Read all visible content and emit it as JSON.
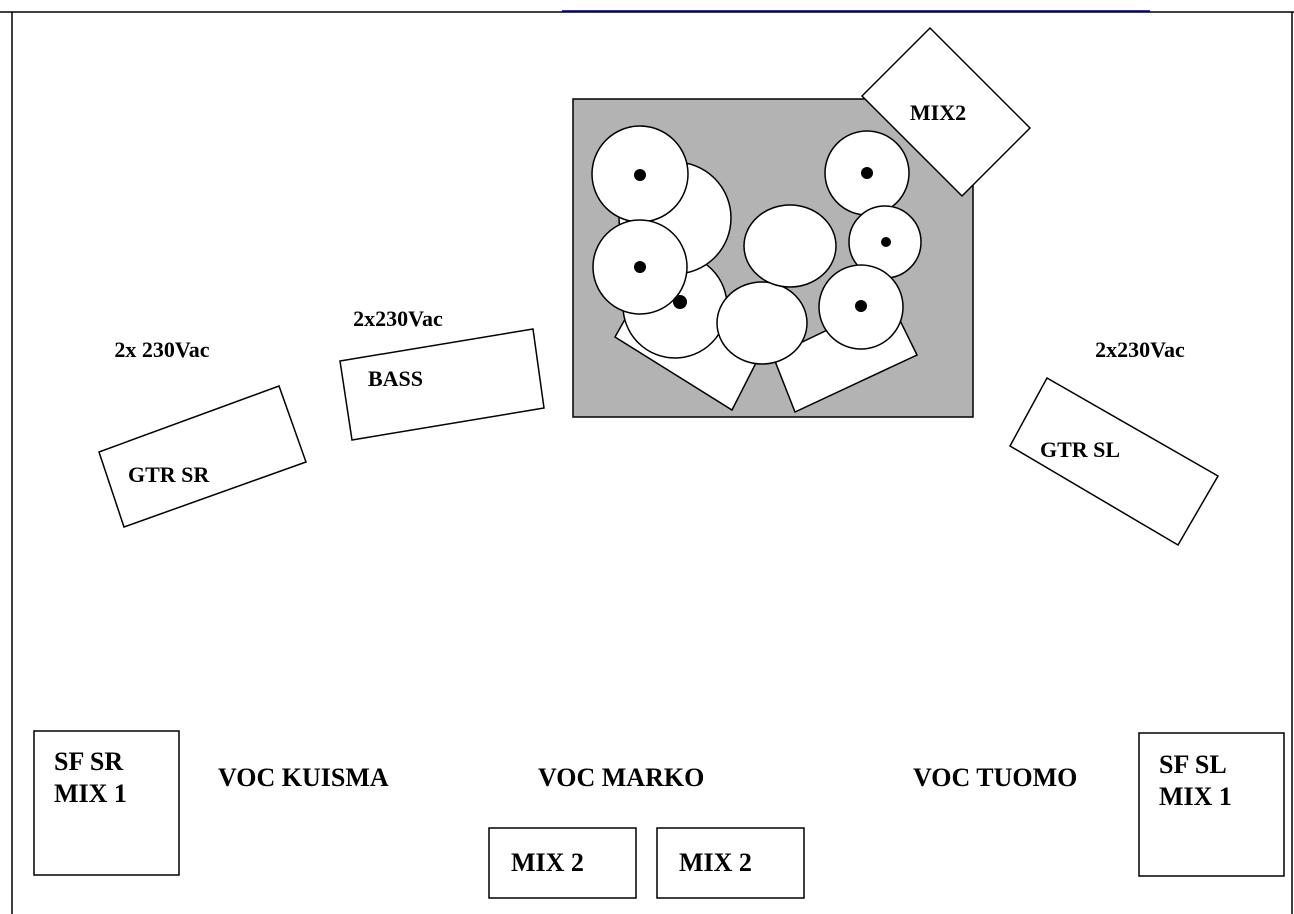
{
  "drum_riser": {
    "monitor_label": "MIX2"
  },
  "amps": [
    {
      "power_label": "2x 230Vac",
      "label": "GTR SR"
    },
    {
      "power_label": "2x230Vac",
      "label": "BASS"
    },
    {
      "power_label": "2x230Vac",
      "label": "GTR SL"
    }
  ],
  "front_monitors": [
    {
      "line1": "SF SR",
      "line2": "MIX 1"
    },
    {
      "line1": "SF SL",
      "line2": "MIX 1"
    }
  ],
  "vocals": [
    "VOC KUISMA",
    "VOC MARKO",
    "VOC TUOMO"
  ],
  "floor_monitors": [
    "MIX 2",
    "MIX 2"
  ],
  "colors": {
    "riser_fill": "#b3b3b3",
    "stroke": "#000000",
    "link": "#2e2ee6"
  }
}
